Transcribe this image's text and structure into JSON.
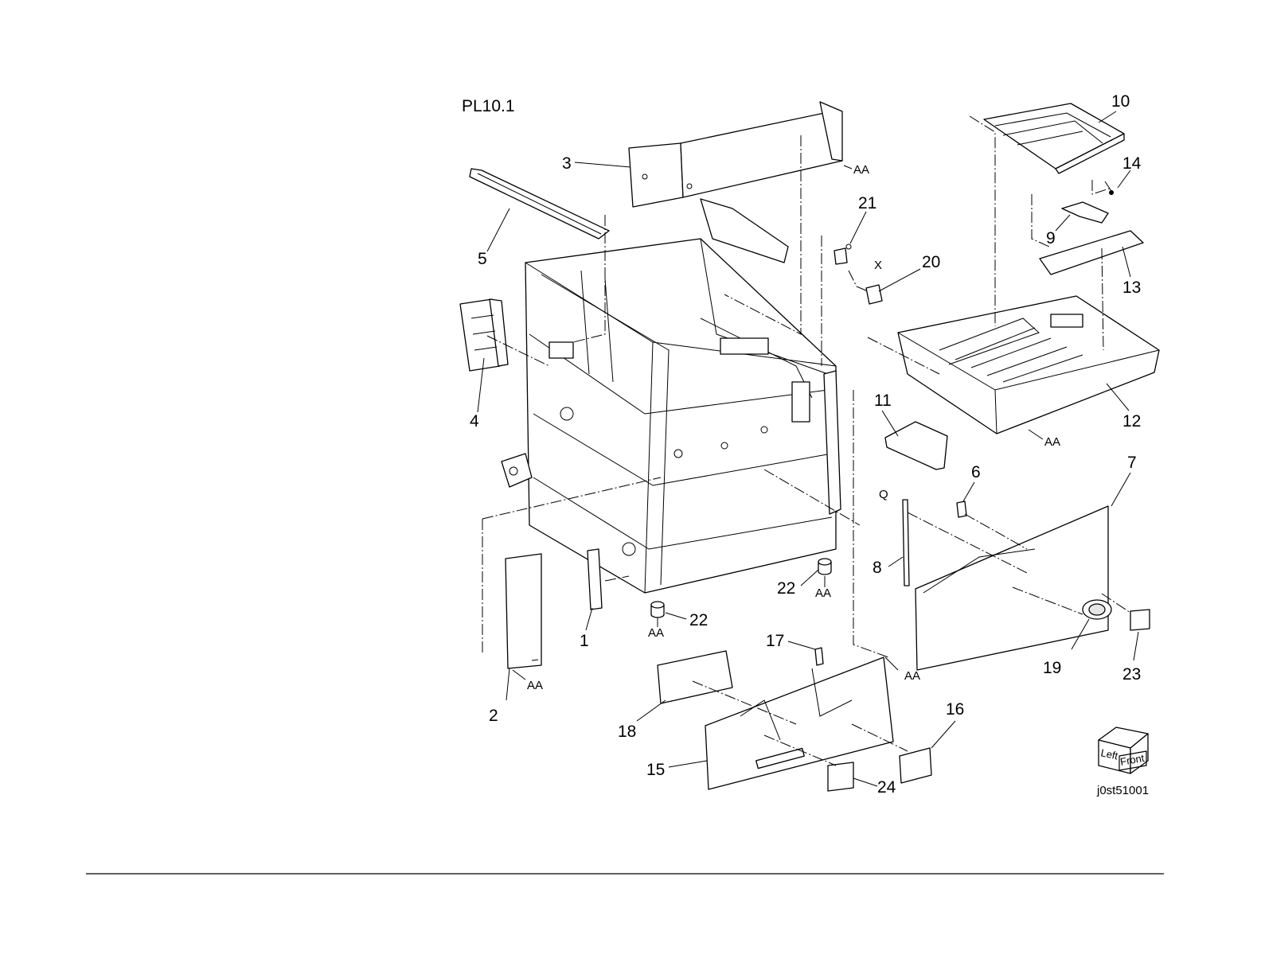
{
  "title": "PL10.1",
  "figure_id": "j0st51001",
  "orientation_cube": {
    "left": "Left",
    "front": "Front"
  },
  "callouts": [
    "1",
    "2",
    "3",
    "4",
    "5",
    "6",
    "7",
    "8",
    "9",
    "10",
    "11",
    "12",
    "13",
    "14",
    "15",
    "16",
    "17",
    "18",
    "19",
    "20",
    "21",
    "22",
    "22",
    "23",
    "24"
  ],
  "refs": {
    "aa": "AA",
    "x": "X",
    "q": "Q"
  }
}
